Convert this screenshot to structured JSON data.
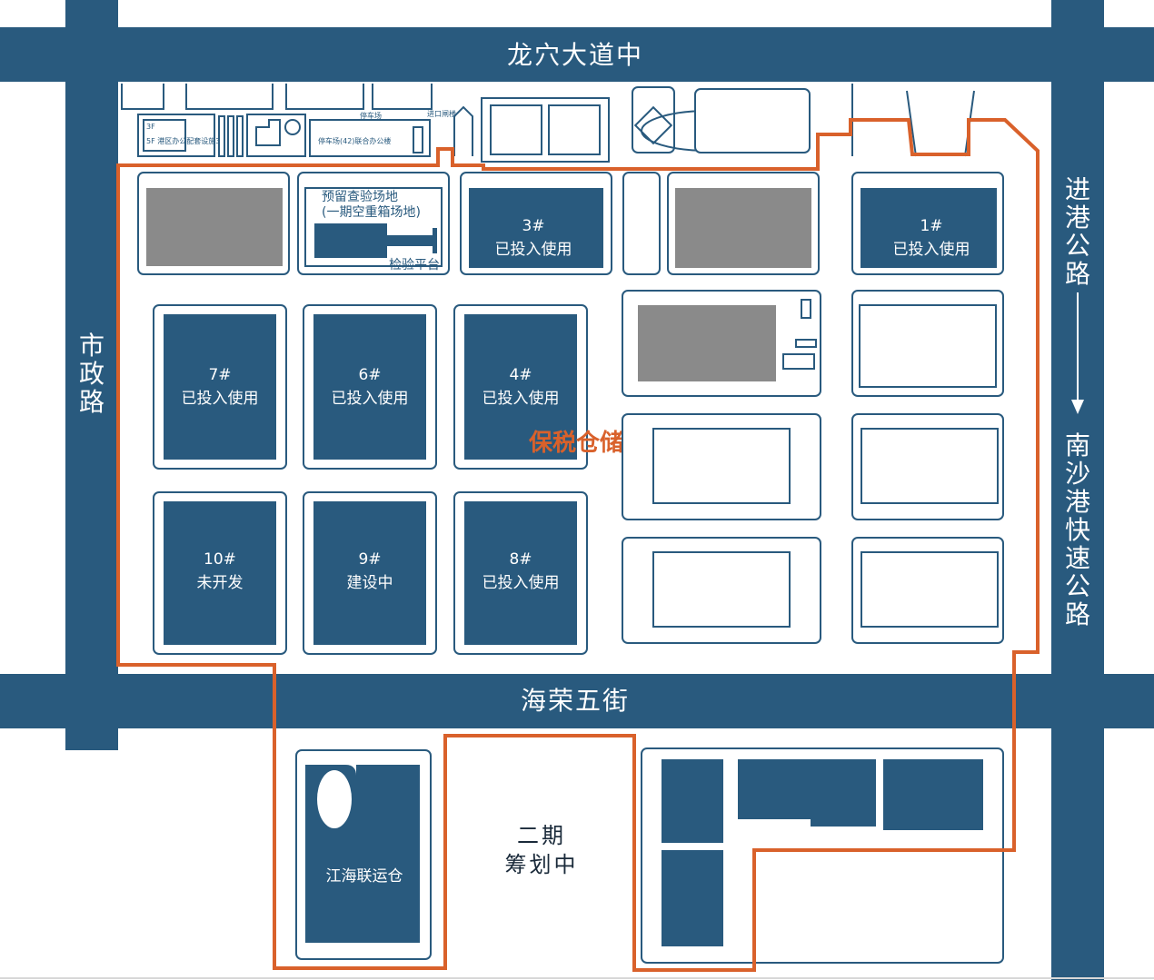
{
  "roads": {
    "north": "龙穴大道中",
    "south": "海荣五街",
    "west": "市政路",
    "east_top": "进港公路",
    "east_bottom": "南沙港快速公路"
  },
  "zone": {
    "name": "保税仓储区"
  },
  "warehouses": {
    "w1": {
      "id": "1#",
      "status": "已投入使用"
    },
    "w3": {
      "id": "3#",
      "status": "已投入使用"
    },
    "w4": {
      "id": "4#",
      "status": "已投入使用"
    },
    "w6": {
      "id": "6#",
      "status": "已投入使用"
    },
    "w7": {
      "id": "7#",
      "status": "已投入使用"
    },
    "w8": {
      "id": "8#",
      "status": "已投入使用"
    },
    "w9": {
      "id": "9#",
      "status": "建设中"
    },
    "w10": {
      "id": "10#",
      "status": "未开发"
    }
  },
  "inspection": {
    "line1": "预留查验场地",
    "line2": "(一期空重箱场地)",
    "platform": "检验平台"
  },
  "top_strip": {
    "office_3f": "3F",
    "office_5f": "5F 港区办公配套设施3",
    "parking": "停车场",
    "parking_office": "停车场(42)联合办公楼",
    "gate": "进口闸楼"
  },
  "jianghai": "江海联运仓",
  "phase2": {
    "line1": "二期",
    "line2": "筹划中"
  },
  "colors": {
    "road": "#295a7e",
    "building": "#295a7e",
    "reserved": "#8a8a8a",
    "boundary": "#d9612b"
  }
}
